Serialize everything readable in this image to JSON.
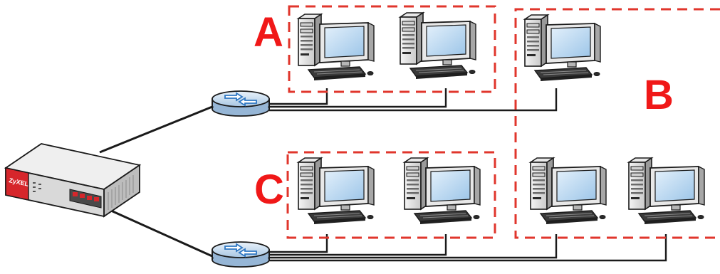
{
  "diagram": {
    "zones": {
      "a": {
        "label": "A"
      },
      "b": {
        "label": "B"
      },
      "c": {
        "label": "C"
      }
    },
    "device": {
      "brand": "ZyXEL"
    },
    "colors": {
      "zone_outline": "#e0362c",
      "zone_label": "#f01818",
      "device_front": "#d6262b",
      "switch_body": "#c7dcee",
      "switch_arrows": "#2f77c2",
      "monitor_screen": "#b9d6ee",
      "cable": "#1a1a1a"
    }
  }
}
